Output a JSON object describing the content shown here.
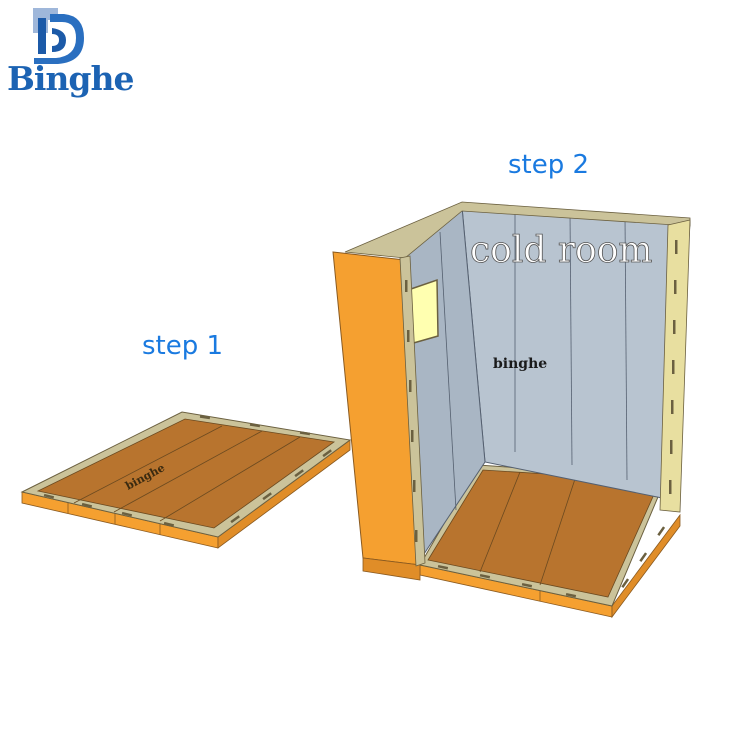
{
  "brand": {
    "name": "Binghe",
    "primary_color": "#1c63b3"
  },
  "steps": [
    {
      "label": "step 1",
      "floor_text": "binghe"
    },
    {
      "label": "step 2",
      "wall_text": "cold room",
      "wall_subtext": "binghe"
    }
  ],
  "colors": {
    "panel_orange": "#f5a030",
    "panel_dark": "#c87a20",
    "floor_brown": "#b8742e",
    "wall_blue": "#b8c4d0",
    "rail_tan": "#cbc39a",
    "step_label": "#1a7ae0"
  }
}
